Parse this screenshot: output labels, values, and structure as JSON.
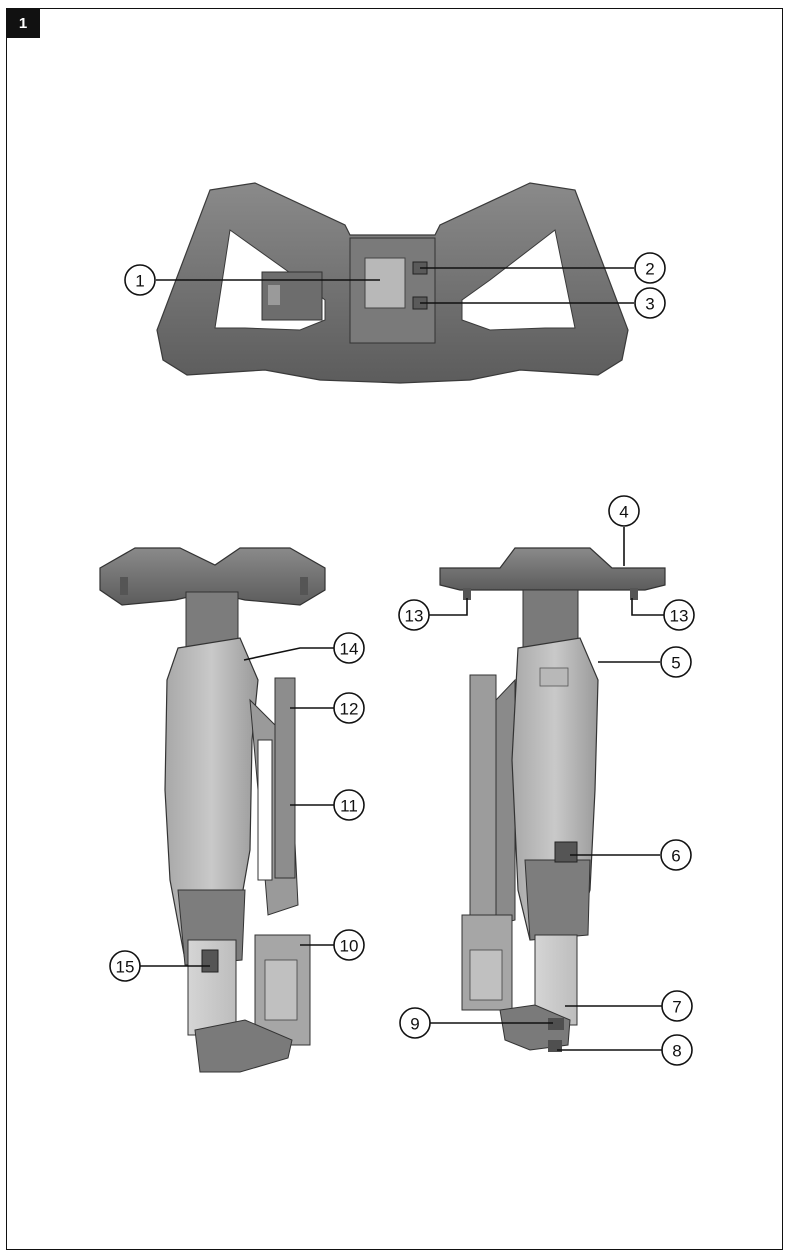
{
  "figure": {
    "number": "1"
  },
  "callouts": {
    "c1": "1",
    "c2": "2",
    "c3": "3",
    "c4": "4",
    "c5": "5",
    "c6": "6",
    "c7": "7",
    "c8": "8",
    "c9": "9",
    "c10": "10",
    "c11": "11",
    "c12": "12",
    "c13a": "13",
    "c13b": "13",
    "c14": "14",
    "c15": "15"
  }
}
